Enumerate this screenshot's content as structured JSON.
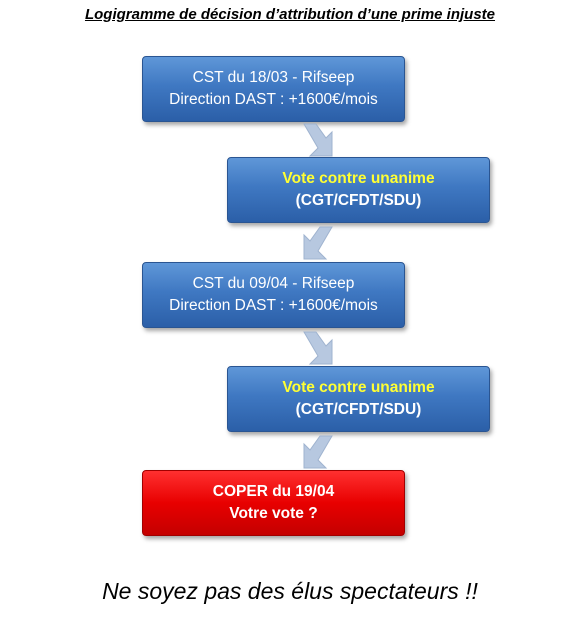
{
  "title": "Logigramme de décision d’attribution d’une prime injuste",
  "boxes": [
    {
      "line1": "CST du 18/03 - Rifseep",
      "line2": "Direction DAST : +1600€/mois"
    },
    {
      "line1": "Vote contre unanime",
      "line2": "(CGT/CFDT/SDU)"
    },
    {
      "line1": "CST du 09/04 - Rifseep",
      "line2": "Direction DAST : +1600€/mois"
    },
    {
      "line1": "Vote contre unanime",
      "line2": "(CGT/CFDT/SDU)"
    },
    {
      "line1": "COPER du 19/04",
      "line2": "Votre vote ?"
    }
  ],
  "footer": "Ne soyez pas des élus spectateurs !!",
  "colors": {
    "box_blue": "#3f78c2",
    "box_red": "#e80000",
    "highlight_text": "#ffff33",
    "arrow": "#b7c8e0"
  }
}
